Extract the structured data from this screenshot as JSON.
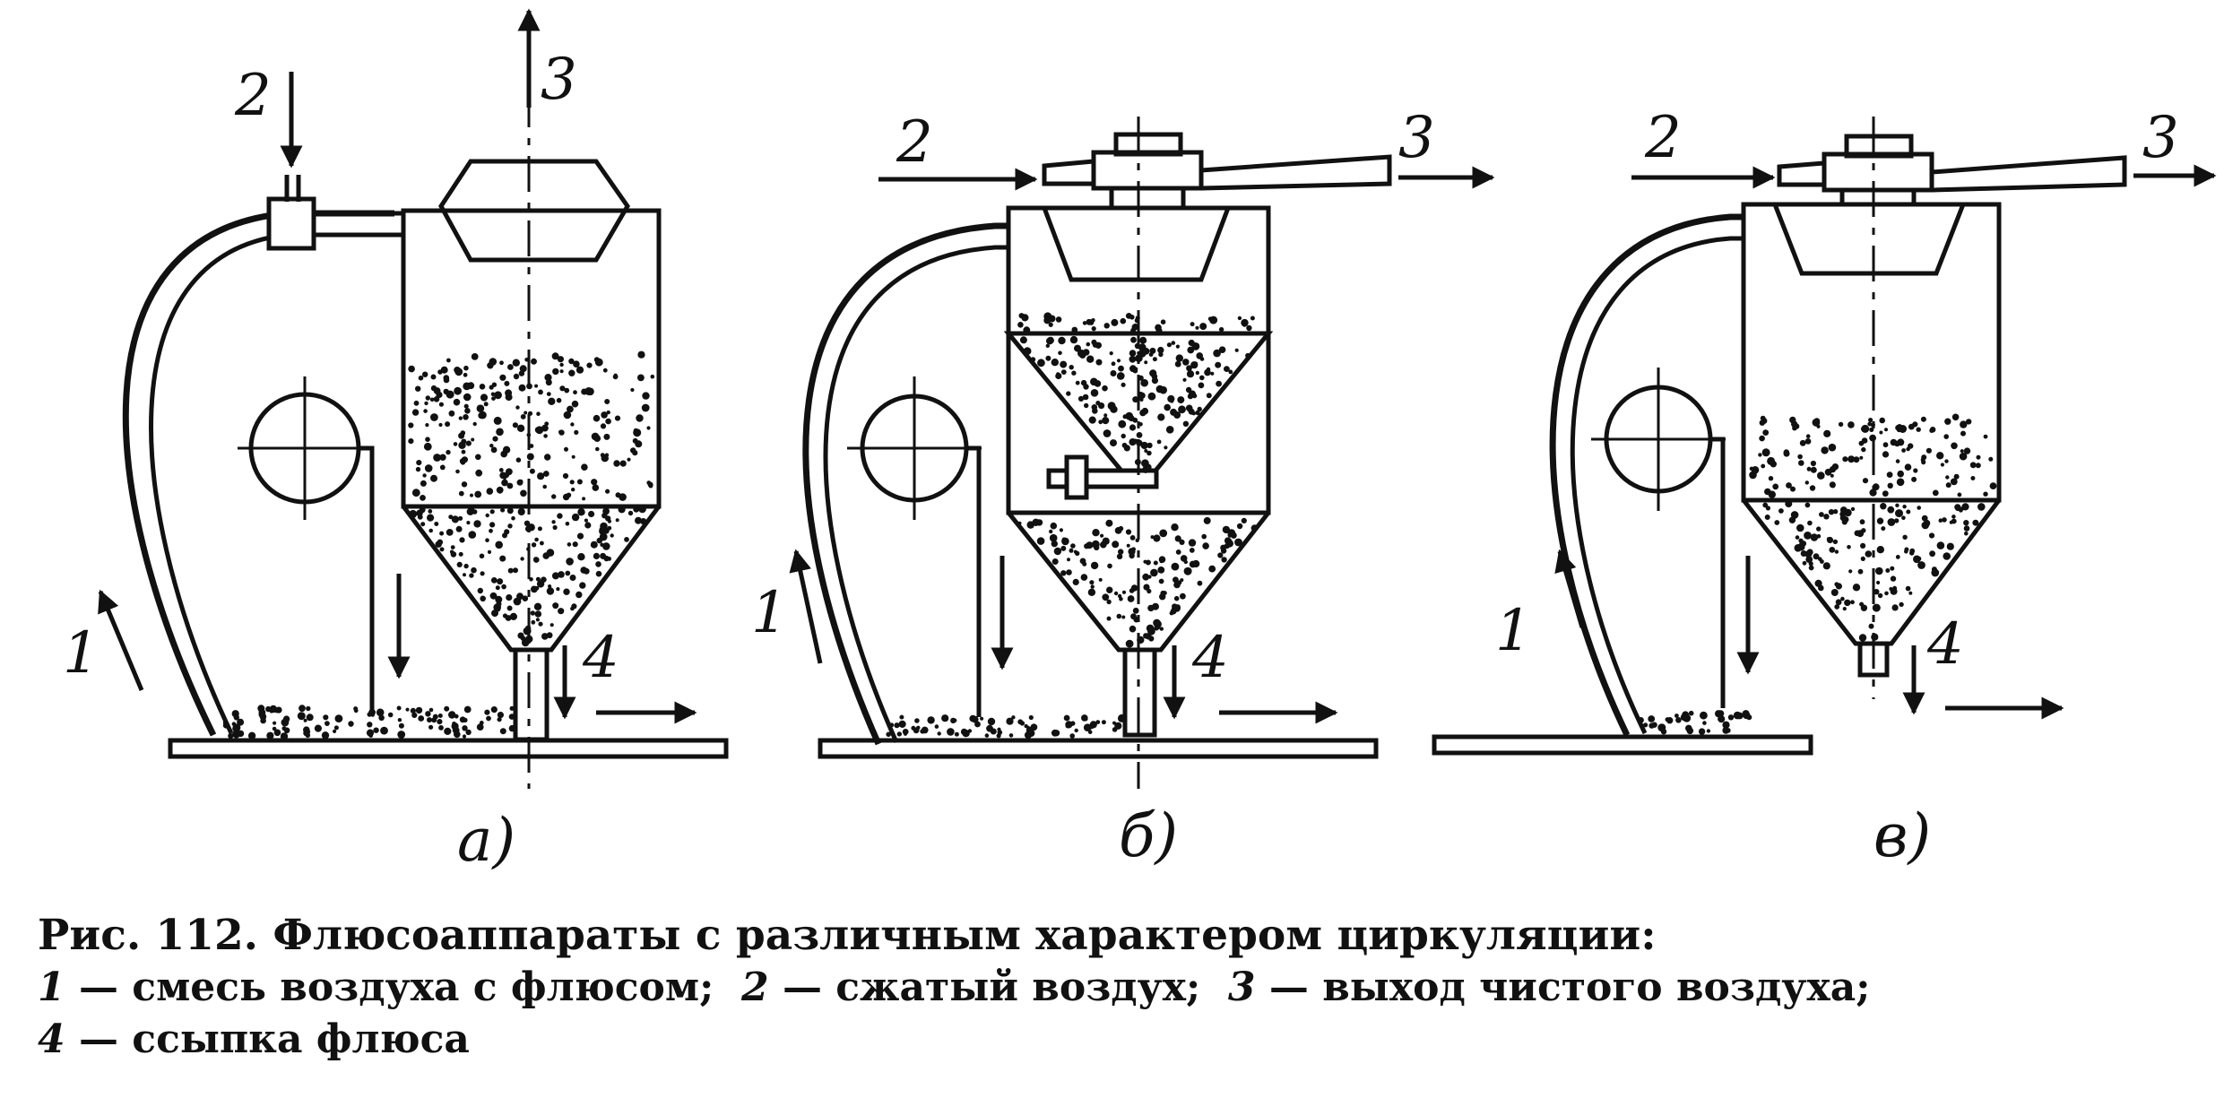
{
  "figure": {
    "panels": [
      {
        "letter": "a)",
        "labels": [
          "1",
          "2",
          "3",
          "4"
        ]
      },
      {
        "letter": "б)",
        "labels": [
          "1",
          "2",
          "3",
          "4"
        ]
      },
      {
        "letter": "в)",
        "labels": [
          "1",
          "2",
          "3",
          "4"
        ]
      }
    ]
  },
  "caption": {
    "title": "Рис. 112. Флюсоаппараты с различным характером циркуляции:",
    "legend": [
      {
        "num": "1",
        "text": "— смесь воздуха с флюсом;"
      },
      {
        "num": "2",
        "text": "— сжатый воздух;"
      },
      {
        "num": "3",
        "text": "— выход чистого воздуха;"
      },
      {
        "num": "4",
        "text": "— ссыпка флюса"
      }
    ]
  },
  "colors": {
    "ink": "#111111",
    "paper": "#ffffff"
  }
}
